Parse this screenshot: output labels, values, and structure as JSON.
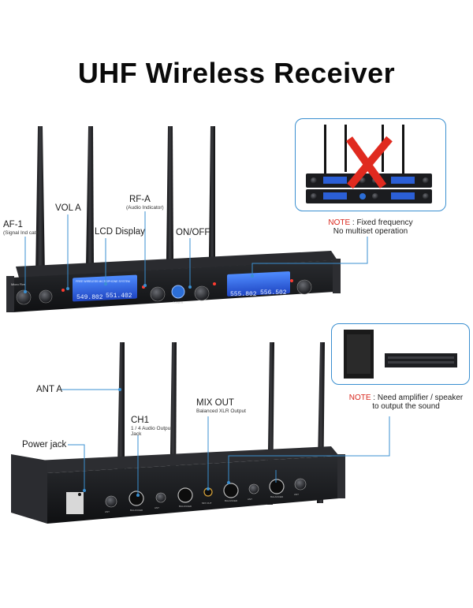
{
  "title": "UHF Wireless Receiver",
  "front": {
    "labels": {
      "af1": "AF-1",
      "af1_sub": "(Signal Ind cator)",
      "vol_a": "VOL A",
      "rf_a": "RF-A",
      "rf_a_sub": "(Audio Indicator)",
      "lcd": "LCD Display",
      "onoff": "ON/OFF"
    },
    "brand": "Micro Fire",
    "lcd_left_top": "FREE WIRELESS MICROPHONE SYSTEM",
    "lcd_left_freq_a": "549.802",
    "lcd_left_freq_b": "551.402",
    "lcd_right_freq_a": "555.802",
    "lcd_right_freq_b": "556.502",
    "power_label": "POWER"
  },
  "note1": {
    "prefix": "NOTE",
    "text1": " : Fixed frequency",
    "text2": "No multiset operation"
  },
  "back": {
    "labels": {
      "ant_a": "ANT A",
      "ch1": "CH1",
      "ch1_sub1": "1 / 4 Audio Output",
      "ch1_sub2": "Jack",
      "mix_out": "MIX OUT",
      "mix_out_sub": "Balanced XLR Output",
      "power_jack": "Power jack"
    },
    "rear_labels": [
      "ANT",
      "BALANCED",
      "ANT",
      "BALANCED",
      "MIX OUT",
      "BALANCED",
      "ANT",
      "BALANCED",
      "ANT"
    ]
  },
  "note2": {
    "prefix": "NOTE",
    "text1": " : Need amplifier / speaker",
    "text2": "to output the sound"
  },
  "colors": {
    "accent_line": "#3a8fd0",
    "note_red": "#d9261c",
    "lcd_blue": "#2b5fd6",
    "device_dark": "#1b1c1f"
  }
}
